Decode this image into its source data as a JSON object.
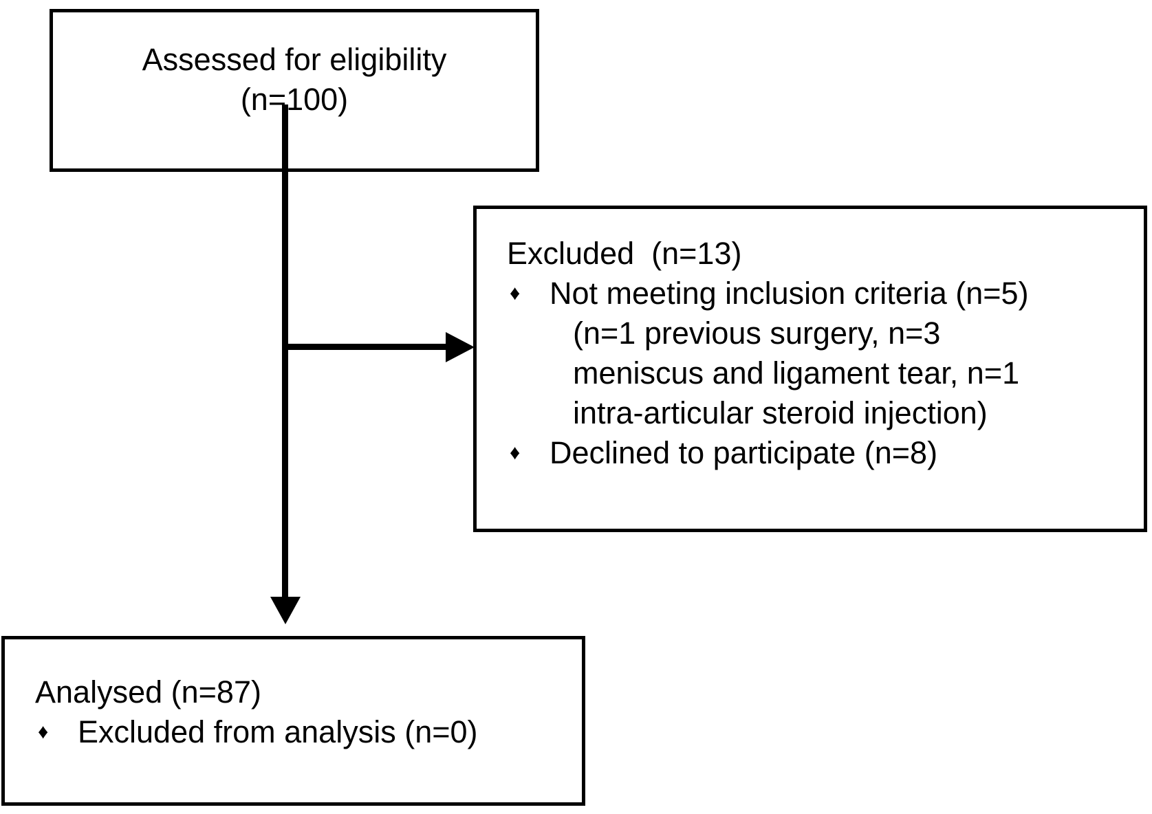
{
  "diagram": {
    "title": "CONSORT participant flow",
    "colors": {
      "stroke": "#000000",
      "background": "#ffffff",
      "text": "#000000"
    },
    "boxes": {
      "assessed": {
        "line1": "Assessed for eligibility",
        "line2": "(n=100)"
      },
      "excluded": {
        "heading": "Excluded  (n=13)",
        "bullets": [
          {
            "glyph": "♦",
            "text": "Not meeting inclusion criteria (n=5)",
            "continuation": [
              "(n=1 previous surgery, n=3",
              "meniscus and ligament tear, n=1",
              "intra-articular steroid injection)"
            ]
          },
          {
            "glyph": "♦",
            "text": "Declined to participate (n=8)",
            "continuation": []
          }
        ]
      },
      "analysed": {
        "heading": "Analysed (n=87)",
        "bullets": [
          {
            "glyph": "♦",
            "text": "Excluded from analysis (n=0)",
            "continuation": []
          }
        ]
      }
    },
    "connectors": {
      "trunk_label": "vertical-flow-line",
      "branch_label": "branch-to-excluded",
      "arrow_excluded_label": "arrowhead-right",
      "arrow_analysed_label": "arrowhead-down"
    },
    "counts": {
      "assessed_n": 100,
      "excluded_n": 13,
      "not_meeting_criteria_n": 5,
      "previous_surgery_n": 1,
      "meniscus_ligament_tear_n": 3,
      "steroid_injection_n": 1,
      "declined_n": 8,
      "analysed_n": 87,
      "excluded_from_analysis_n": 0
    }
  }
}
